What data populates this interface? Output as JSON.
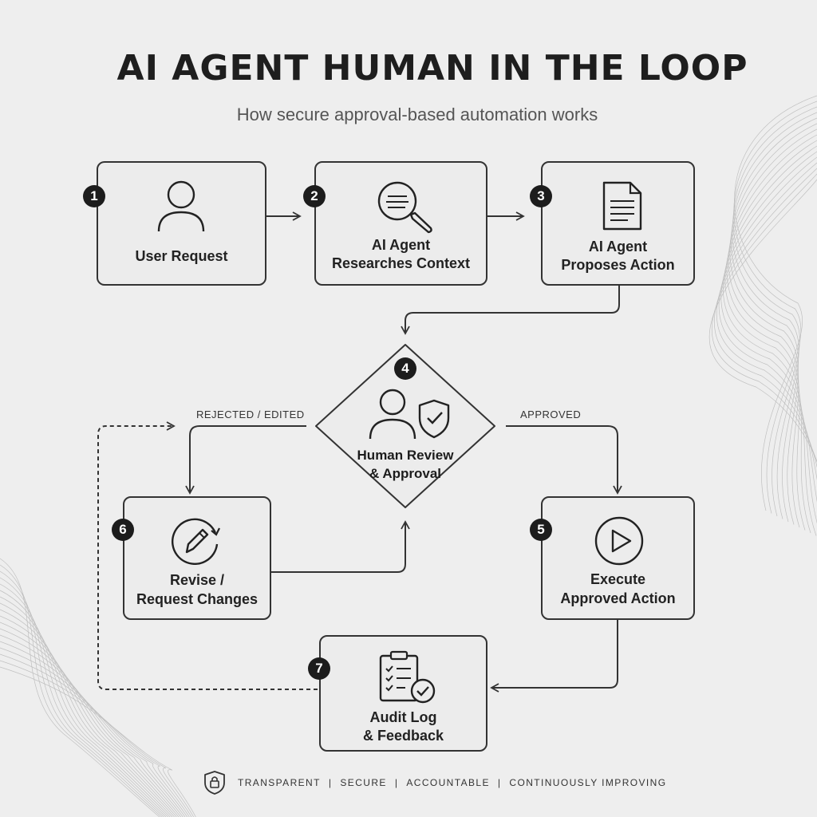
{
  "title": "AI AGENT HUMAN IN THE LOOP",
  "subtitle": "How secure approval-based automation works",
  "steps": [
    {
      "number": "1",
      "line1": "User Request",
      "line2": "",
      "icon": "user-icon"
    },
    {
      "number": "2",
      "line1": "AI Agent",
      "line2": "Researches Context",
      "icon": "magnifier-icon"
    },
    {
      "number": "3",
      "line1": "AI Agent",
      "line2": "Proposes Action",
      "icon": "document-icon"
    },
    {
      "number": "4",
      "line1": "Human Review",
      "line2": "& Approval",
      "icon": "user-shield-icon"
    },
    {
      "number": "5",
      "line1": "Execute",
      "line2": "Approved Action",
      "icon": "play-icon"
    },
    {
      "number": "6",
      "line1": "Revise /",
      "line2": "Request Changes",
      "icon": "pencil-refresh-icon"
    },
    {
      "number": "7",
      "line1": "Audit Log",
      "line2": "& Feedback",
      "icon": "checklist-icon"
    }
  ],
  "branches": {
    "rejected": "REJECTED / EDITED",
    "approved": "APPROVED"
  },
  "footer": {
    "icon": "lock-shield-icon",
    "items": [
      "TRANSPARENT",
      "SECURE",
      "ACCOUNTABLE",
      "CONTINUOUSLY IMPROVING"
    ]
  }
}
